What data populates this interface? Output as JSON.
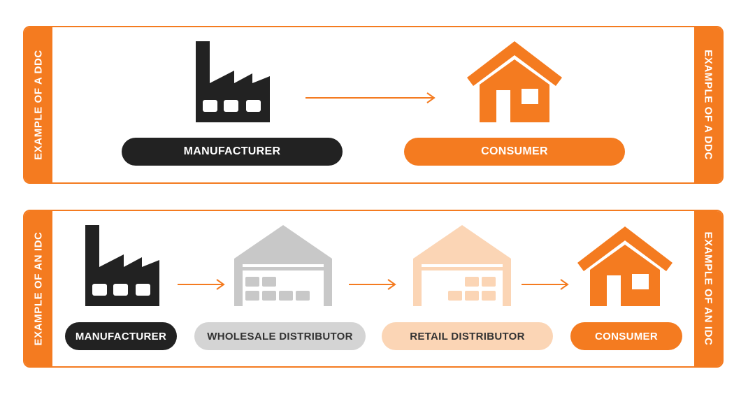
{
  "colors": {
    "accent": "#f47b20",
    "dark": "#222222",
    "grey": "#c8c8c8",
    "peach": "#fbd5b5"
  },
  "ddc": {
    "side_label_left": "EXAMPLE OF A DDC",
    "side_label_right": "EXAMPLE OF A DDC",
    "nodes": [
      {
        "label": "MANUFACTURER",
        "icon": "factory-icon"
      },
      {
        "label": "CONSUMER",
        "icon": "house-icon"
      }
    ]
  },
  "idc": {
    "side_label_left": "EXAMPLE OF AN IDC",
    "side_label_right": "EXAMPLE OF AN IDC",
    "nodes": [
      {
        "label": "MANUFACTURER",
        "icon": "factory-icon"
      },
      {
        "label": "WHOLESALE DISTRIBUTOR",
        "icon": "warehouse-icon"
      },
      {
        "label": "RETAIL DISTRIBUTOR",
        "icon": "warehouse-icon"
      },
      {
        "label": "CONSUMER",
        "icon": "house-icon"
      }
    ]
  }
}
